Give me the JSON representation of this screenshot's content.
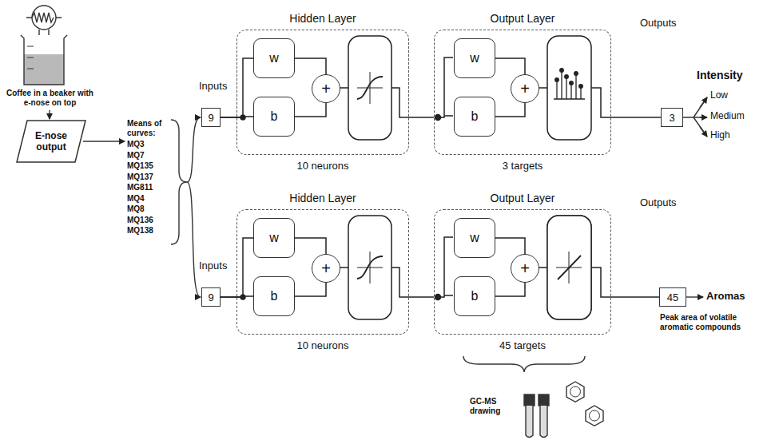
{
  "diagram": {
    "nodes": [
      {
        "text": [
          "E-nose output"
        ]
      },
      {
        "text": [
          "Inputs",
          "9"
        ]
      },
      {
        "text": [
          "Hidden Layer",
          "10 neurons"
        ]
      },
      {
        "text": [
          "w"
        ],
        "in": 2
      },
      {
        "text": [
          "b"
        ],
        "in": 2
      },
      {
        "text": [
          "+"
        ],
        "in": 2
      },
      {
        "text": [
          "Output Layer",
          "3 targets"
        ]
      },
      {
        "text": [
          "w"
        ],
        "in": 6
      },
      {
        "text": [
          "b"
        ],
        "in": 6
      },
      {
        "text": [
          "+"
        ],
        "in": 6
      },
      {
        "text": [
          "Outputs",
          "3"
        ]
      },
      {
        "text": [
          "Inputs",
          "9"
        ]
      },
      {
        "text": [
          "Hidden Layer",
          "10 neurons"
        ]
      },
      {
        "text": [
          "w"
        ],
        "in": 12
      },
      {
        "text": [
          "b"
        ],
        "in": 12
      },
      {
        "text": [
          "+"
        ],
        "in": 12
      },
      {
        "text": [
          "Output Layer",
          "45 targets"
        ]
      },
      {
        "text": [
          "w"
        ],
        "in": 16
      },
      {
        "text": [
          "b"
        ],
        "in": 16
      },
      {
        "text": [
          "+"
        ],
        "in": 16
      },
      {
        "text": [
          "Outputs",
          "45"
        ]
      }
    ],
    "edges": [
      {
        "from": 1,
        "to": 3,
        "arrow": "none"
      },
      {
        "from": 1,
        "to": 4,
        "arrow": "none"
      },
      {
        "from": 3,
        "to": 5,
        "arrow": "none"
      },
      {
        "from": 4,
        "to": 5,
        "arrow": "none"
      },
      {
        "from": 2,
        "to": 6,
        "arrow": "none"
      },
      {
        "from": 7,
        "to": 9,
        "arrow": "none"
      },
      {
        "from": 8,
        "to": 9,
        "arrow": "none"
      },
      {
        "from": 6,
        "to": 10,
        "arrow": "none"
      },
      {
        "from": 11,
        "to": 13,
        "arrow": "none"
      },
      {
        "from": 11,
        "to": 14,
        "arrow": "none"
      },
      {
        "from": 13,
        "to": 15,
        "arrow": "none"
      },
      {
        "from": 14,
        "to": 15,
        "arrow": "none"
      },
      {
        "from": 12,
        "to": 16,
        "arrow": "none"
      },
      {
        "from": 17,
        "to": 19,
        "arrow": "none"
      },
      {
        "from": 18,
        "to": 19,
        "arrow": "none"
      },
      {
        "from": 16,
        "to": 20,
        "arrow": "none"
      }
    ],
    "labels": [
      "Coffee in a beaker with e-nose on top",
      "Means of curves:",
      "MQ3",
      "MQ7",
      "MQ135",
      "MQ137",
      "MG811",
      "MQ4",
      "MQ8",
      "MQ136",
      "MQ138",
      "Intensity",
      "Low",
      "Medium",
      "High",
      "Aromas",
      "Peak area of volatile aromatic compounds",
      "GC-MS drawing"
    ]
  }
}
